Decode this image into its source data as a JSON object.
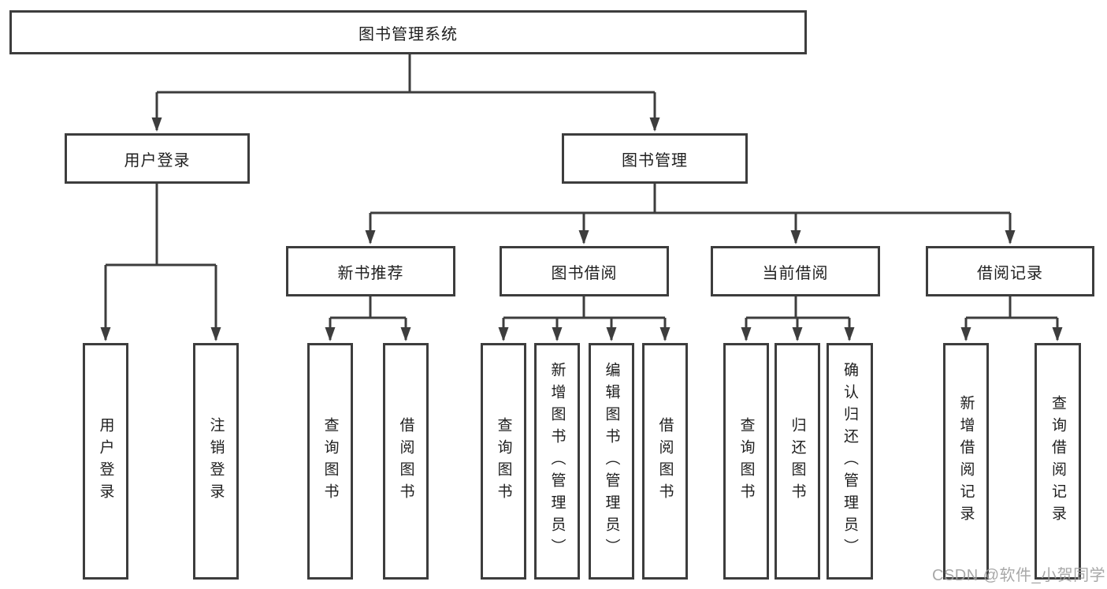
{
  "diagram": {
    "root": {
      "label": "图书管理系统"
    },
    "level2": [
      {
        "id": "user-login",
        "label": "用户登录"
      },
      {
        "id": "book-management",
        "label": "图书管理"
      }
    ],
    "level3": [
      {
        "id": "new-book-recommend",
        "label": "新书推荐",
        "parent": "book-management"
      },
      {
        "id": "book-borrowing",
        "label": "图书借阅",
        "parent": "book-management"
      },
      {
        "id": "current-borrowing",
        "label": "当前借阅",
        "parent": "book-management"
      },
      {
        "id": "borrowing-records",
        "label": "借阅记录",
        "parent": "book-management"
      }
    ],
    "leaves": [
      {
        "label": "用户登录",
        "parent": "user-login"
      },
      {
        "label": "注销登录",
        "parent": "user-login"
      },
      {
        "label": "查询图书",
        "parent": "new-book-recommend"
      },
      {
        "label": "借阅图书",
        "parent": "new-book-recommend"
      },
      {
        "label": "查询图书",
        "parent": "book-borrowing"
      },
      {
        "label": "新增图书（管理员）",
        "parent": "book-borrowing"
      },
      {
        "label": "编辑图书（管理员）",
        "parent": "book-borrowing"
      },
      {
        "label": "借阅图书",
        "parent": "book-borrowing"
      },
      {
        "label": "查询图书",
        "parent": "current-borrowing"
      },
      {
        "label": "归还图书",
        "parent": "current-borrowing"
      },
      {
        "label": "确认归还（管理员）",
        "parent": "current-borrowing"
      },
      {
        "label": "新增借阅记录",
        "parent": "borrowing-records"
      },
      {
        "label": "查询借阅记录",
        "parent": "borrowing-records"
      }
    ]
  },
  "watermark": {
    "text": "CSDN @软件_小贺同学",
    "color": "#9f9f9f"
  },
  "colors": {
    "line": "#3d3d3d",
    "box_border": "#3d3d3d",
    "text": "#1f1f1f",
    "background": "#ffffff"
  }
}
